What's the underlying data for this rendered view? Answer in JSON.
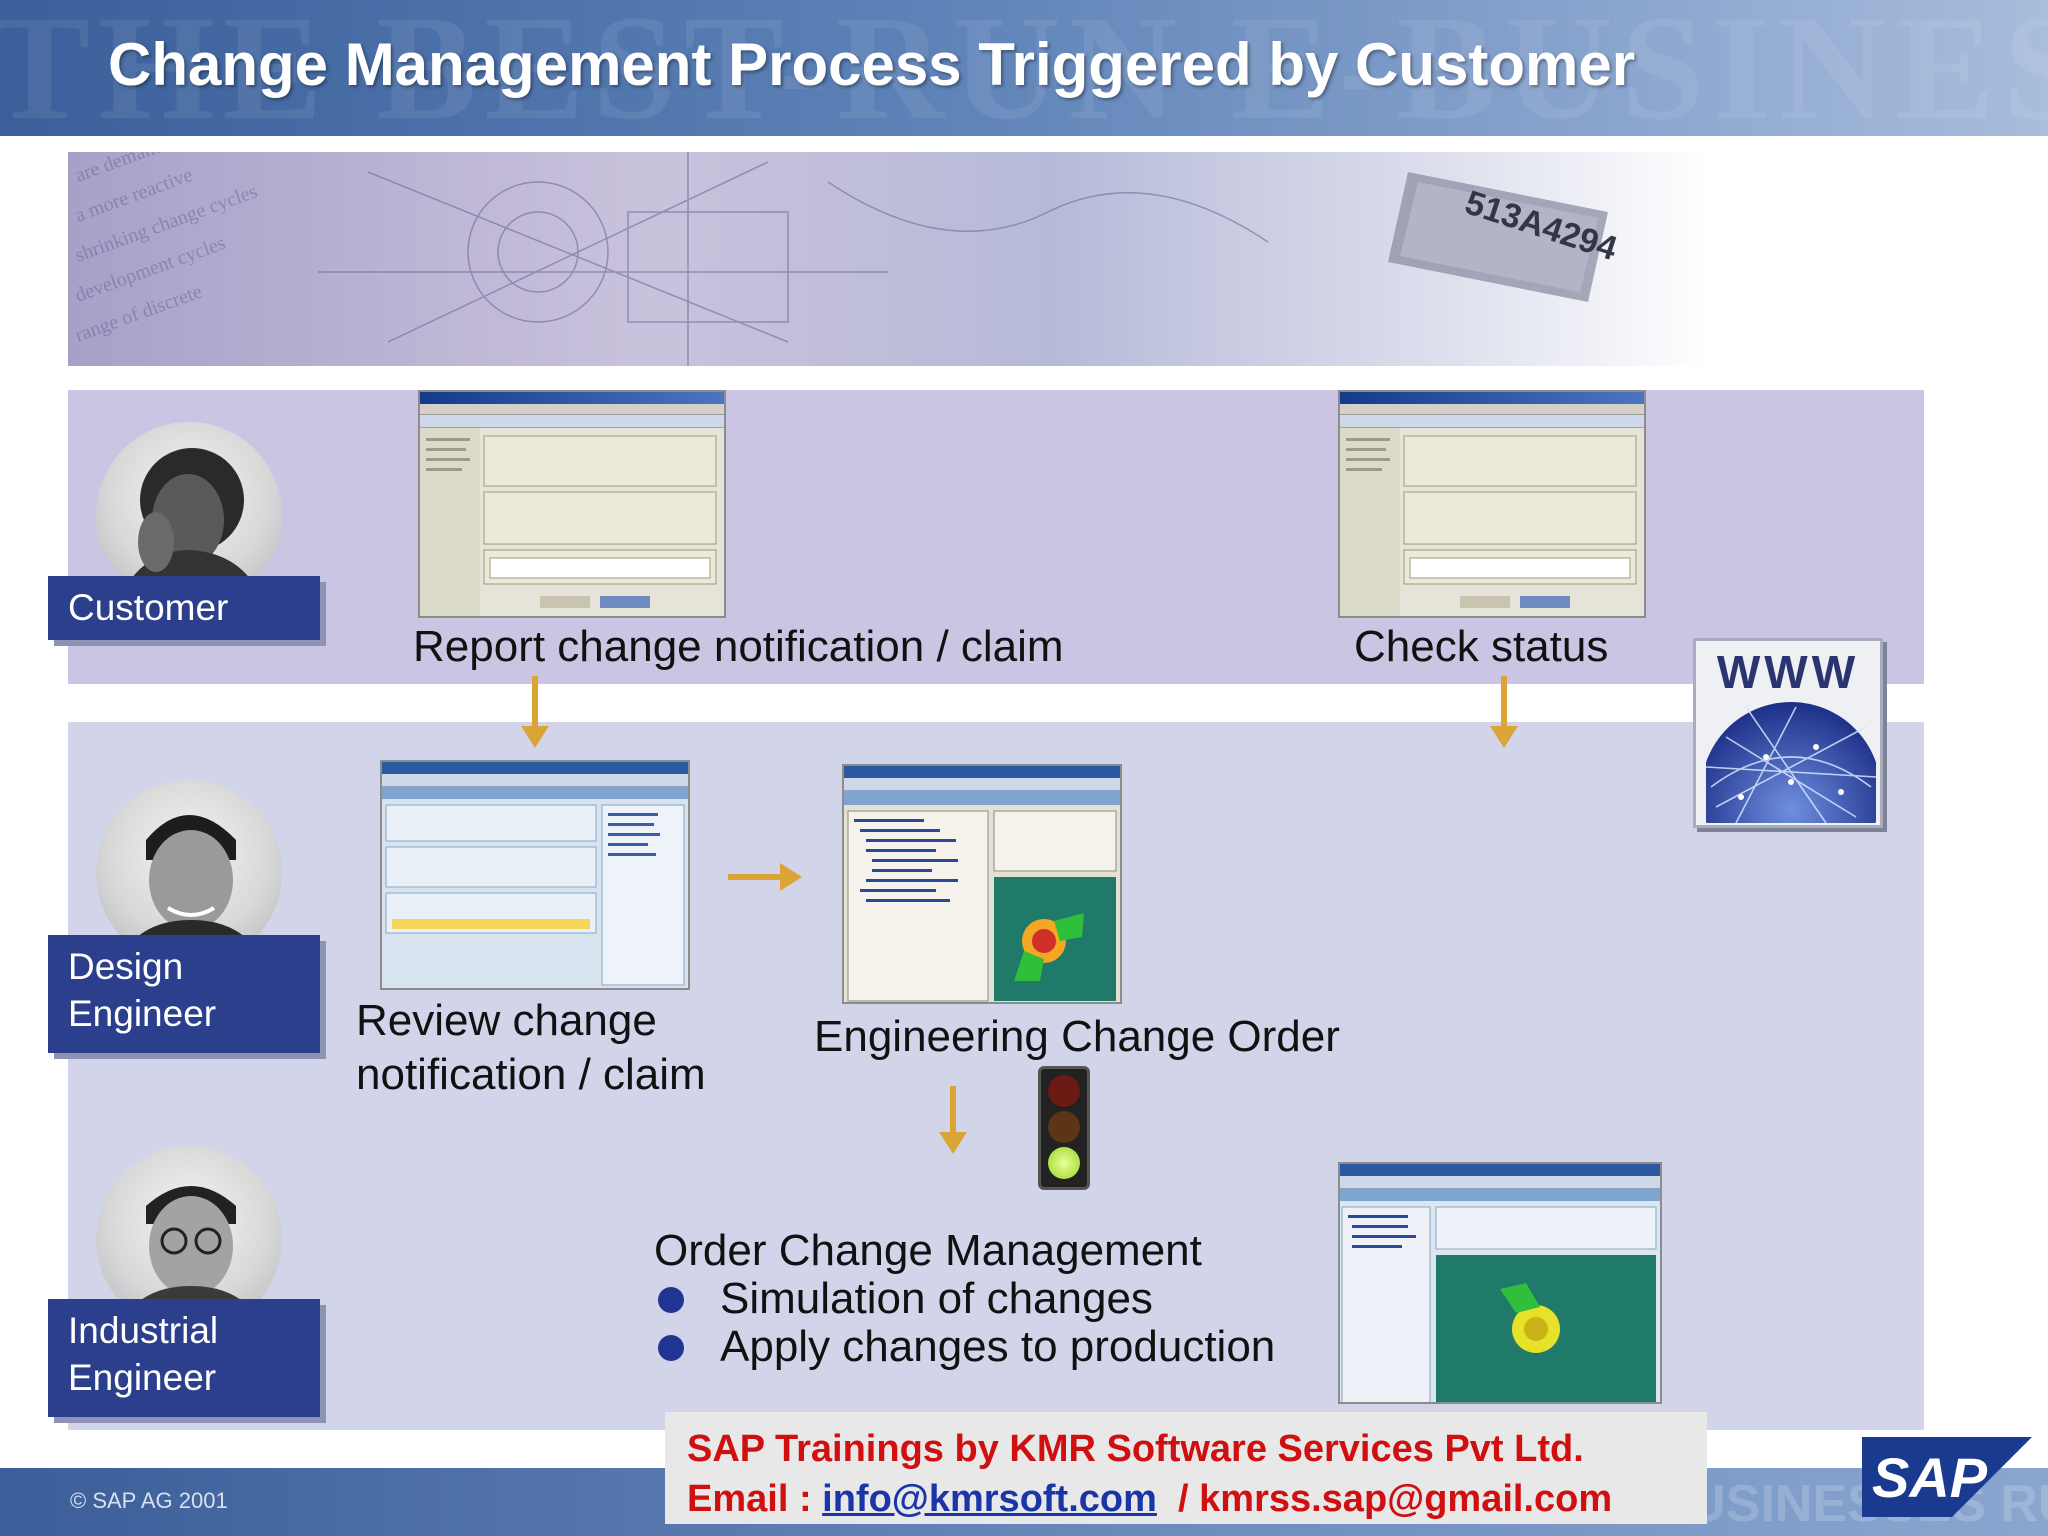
{
  "header": {
    "title": "Change Management Process Triggered by Customer",
    "watermark": "THE BEST-RUN E-BUSINESSES"
  },
  "banner": {
    "stamp_text": "513A4294"
  },
  "roles": {
    "customer": "Customer",
    "design_engineer_line1": "Design",
    "design_engineer_line2": "Engineer",
    "industrial_engineer_line1": "Industrial",
    "industrial_engineer_line2": "Engineer"
  },
  "steps": {
    "report": "Report change notification / claim",
    "check_status": "Check status",
    "review_line1": "Review change",
    "review_line2": "notification / claim",
    "eco": "Engineering Change Order",
    "ocm_title": "Order Change Management",
    "ocm_bullets": [
      "Simulation of changes",
      "Apply changes to production"
    ]
  },
  "www_label": "WWW",
  "footer": {
    "copyright": "© SAP AG 2001",
    "training_line1": "SAP Trainings by KMR Software Services Pvt Ltd.",
    "email_prefix": "Email : ",
    "email1": "info@kmrsoft.com",
    "email_separator": "  / ",
    "email2": "kmrss.sap@gmail.com",
    "sap_logo": "SAP",
    "footer_watermark": "THE BEST-RUN E-BUSINESSES RUN SAP"
  },
  "colors": {
    "header_blue": "#3a5f9a",
    "role_label_blue": "#2b3f8c",
    "customer_lane": "#c9c5e2",
    "internal_lane": "#d2d4ea",
    "arrow_gold": "#dba436",
    "footer_red": "#d01010",
    "link_blue": "#1a35a8"
  }
}
